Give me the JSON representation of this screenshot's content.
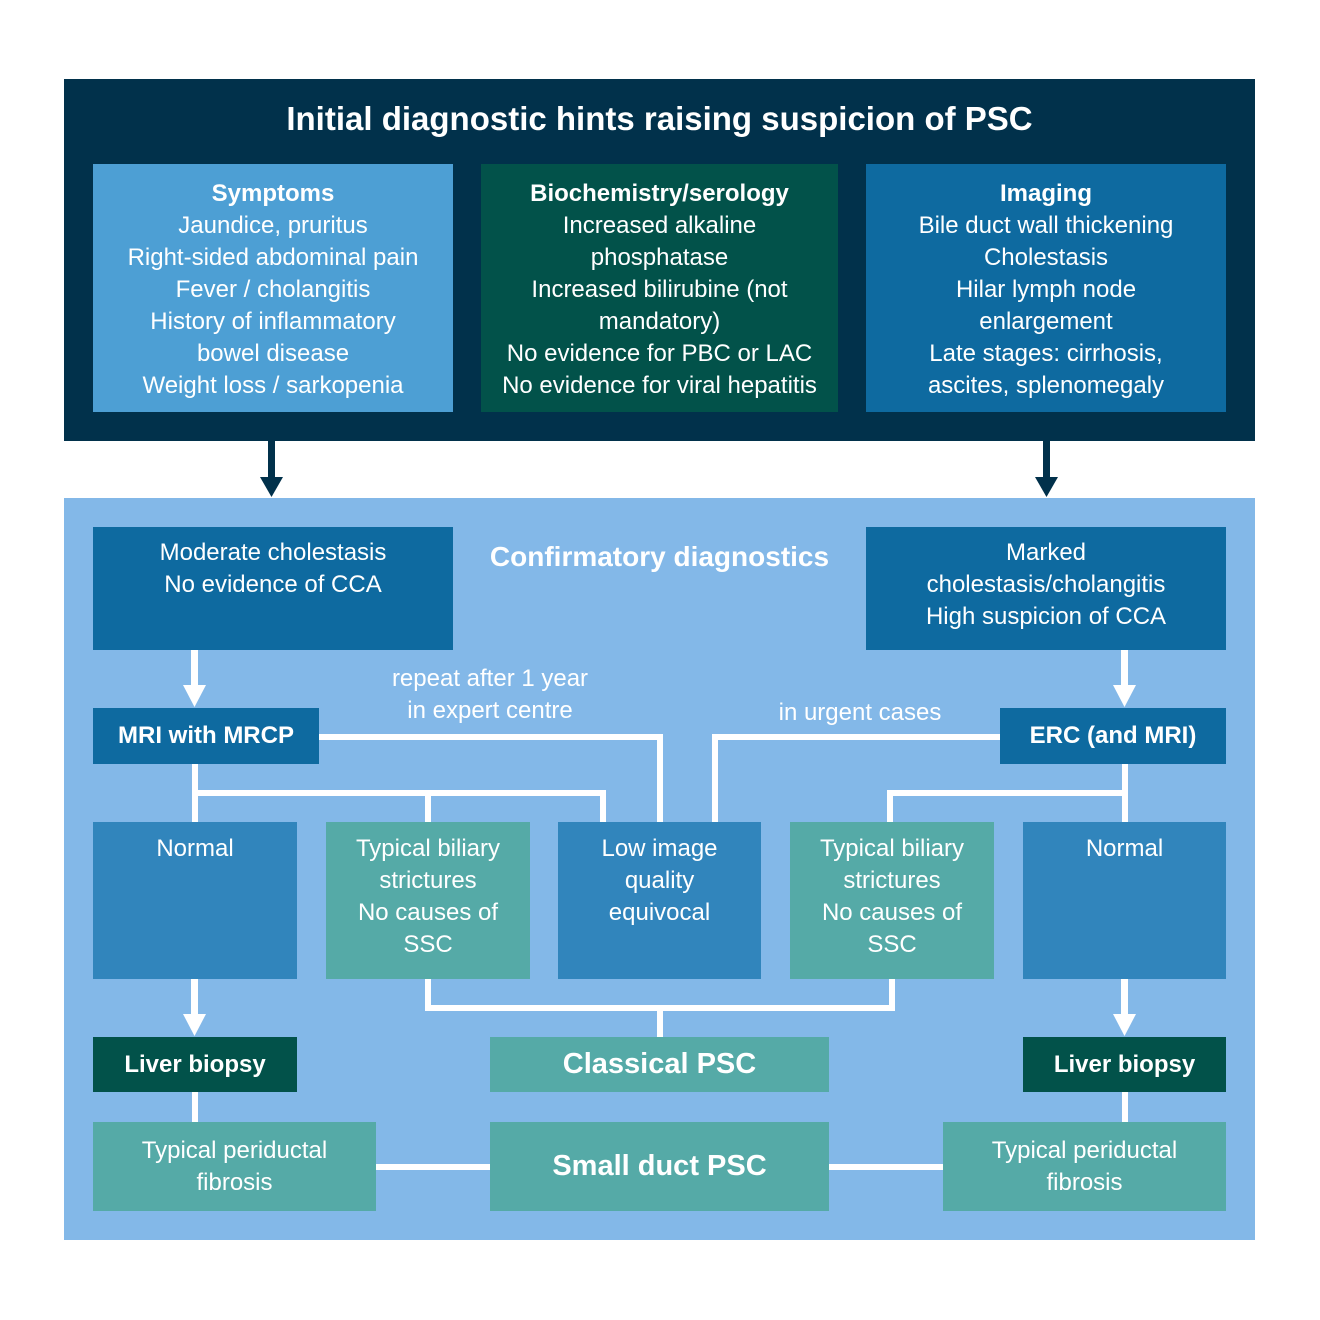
{
  "colors": {
    "top_panel": "#01314b",
    "bottom_panel": "#83b8e8",
    "symptoms_card": "#4d9fd4",
    "biochem_card": "#02524a",
    "imaging_card": "#0e6aa0",
    "process_box": "#0e6aa0",
    "result_blue": "#3185bc",
    "result_teal": "#55aaa7",
    "biopsy_box": "#02524a",
    "connector_white": "#ffffff",
    "arrow_dark": "#01314b"
  },
  "top": {
    "title": "Initial diagnostic hints raising suspicion of PSC",
    "cards": [
      {
        "heading": "Symptoms",
        "lines": [
          "Jaundice, pruritus",
          "Right-sided abdominal pain",
          "Fever / cholangitis",
          "History of inflammatory",
          "bowel disease",
          "Weight loss / sarkopenia"
        ]
      },
      {
        "heading": "Biochemistry/serology",
        "lines": [
          "Increased alkaline",
          "phosphatase",
          "Increased bilirubine (not",
          "mandatory)",
          "No evidence for PBC or LAC",
          "No evidence for viral hepatitis"
        ]
      },
      {
        "heading": "Imaging",
        "lines": [
          "Bile duct wall thickening",
          "Cholestasis",
          "Hilar lymph node",
          "enlargement",
          "Late stages: cirrhosis,",
          "ascites, splenomegaly"
        ]
      }
    ]
  },
  "bottom": {
    "title": "Confirmatory diagnostics",
    "left_entry": [
      "Moderate cholestasis",
      "No evidence of CCA"
    ],
    "right_entry": [
      "Marked",
      "cholestasis/cholangitis",
      "High suspicion of CCA"
    ],
    "left_procedure": "MRI with MRCP",
    "right_procedure": "ERC (and MRI)",
    "label_repeat": [
      "repeat after 1 year",
      "in expert centre"
    ],
    "label_urgent": "in urgent cases",
    "results": {
      "normal_left": [
        "Normal"
      ],
      "typical_left": [
        "Typical biliary",
        "strictures",
        "No causes of",
        "SSC"
      ],
      "low_quality": [
        "Low image",
        "quality",
        "equivocal"
      ],
      "typical_right": [
        "Typical biliary",
        "strictures",
        "No causes of",
        "SSC"
      ],
      "normal_right": [
        "Normal"
      ]
    },
    "biopsy_left": "Liver biopsy",
    "biopsy_right": "Liver biopsy",
    "classical": "Classical PSC",
    "small_duct": "Small duct PSC",
    "fibrosis_left": [
      "Typical periductal",
      "fibrosis"
    ],
    "fibrosis_right": [
      "Typical periductal",
      "fibrosis"
    ]
  }
}
